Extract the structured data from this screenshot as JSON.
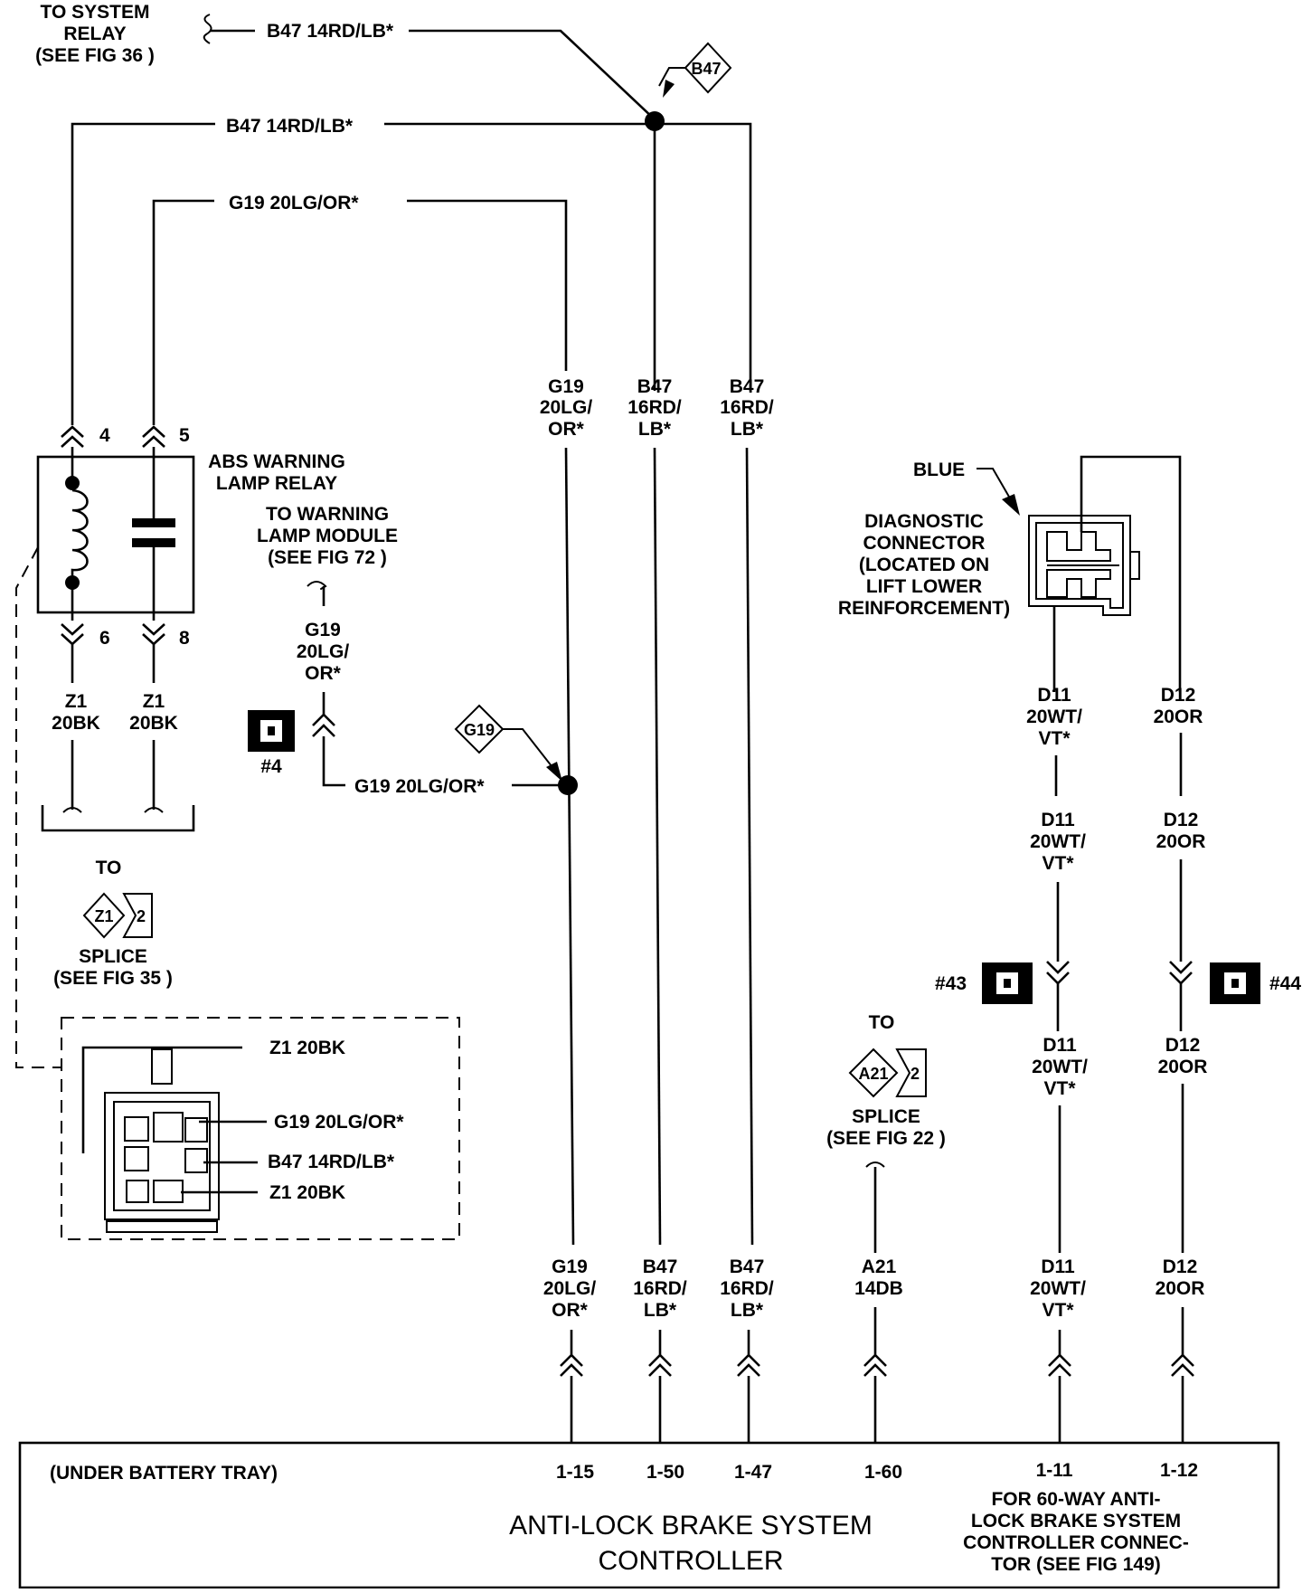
{
  "top": {
    "system_relay": [
      "TO  SYSTEM",
      "RELAY",
      "(SEE FIG 36 )"
    ],
    "wire_top": "B47 14RD/LB*",
    "wire_second": "B47 14RD/LB*",
    "wire_g19_top": "G19 20LG/OR*",
    "b47_splice": "B47"
  },
  "relay": {
    "title": [
      "ABS WARNING",
      "LAMP RELAY"
    ],
    "pin4": "4",
    "pin5": "5",
    "pin6": "6",
    "pin8": "8",
    "z1_left": [
      "Z1",
      "20BK"
    ],
    "z1_right": [
      "Z1",
      "20BK"
    ]
  },
  "warning_module": {
    "label": [
      "TO WARNING",
      "LAMP MODULE",
      "(SEE FIG 72 )"
    ],
    "wire": [
      "G19",
      "20LG/",
      "OR*"
    ],
    "connector": "#4",
    "wire_bottom": "G19 20LG/OR*",
    "splice": "G19"
  },
  "z1_splice": {
    "to": "TO",
    "tag": "Z1",
    "num": "2",
    "label": [
      "SPLICE",
      "(SEE FIG 35 )"
    ]
  },
  "relay_connector": {
    "w1": "Z1 20BK",
    "w2": "G19 20LG/OR*",
    "w3": "B47 14RD/LB*",
    "w4": "Z1 20BK"
  },
  "vertical_labels": {
    "g19": [
      "G19",
      "20LG/",
      "OR*"
    ],
    "b47a": [
      "B47",
      "16RD/",
      "LB*"
    ],
    "b47b": [
      "B47",
      "16RD/",
      "LB*"
    ]
  },
  "diagnostic": {
    "blue": "BLUE",
    "label": [
      "DIAGNOSTIC",
      "CONNECTOR",
      "(LOCATED ON",
      "LIFT LOWER",
      "REINFORCEMENT)"
    ],
    "d11_1": [
      "D11",
      "20WT/",
      "VT*"
    ],
    "d12_1": [
      "D12",
      "20OR"
    ],
    "d11_2": [
      "D11",
      "20WT/",
      "VT*"
    ],
    "d12_2": [
      "D12",
      "20OR"
    ],
    "c43": "#43",
    "c44": "#44",
    "d11_3": [
      "D11",
      "20WT/",
      "VT*"
    ],
    "d12_3": [
      "D12",
      "20OR"
    ]
  },
  "a21_splice": {
    "to": "TO",
    "tag": "A21",
    "num": "2",
    "label": [
      "SPLICE",
      "(SEE FIG 22 )"
    ]
  },
  "bottom_labels": {
    "g19": [
      "G19",
      "20LG/",
      "OR*"
    ],
    "b47a": [
      "B47",
      "16RD/",
      "LB*"
    ],
    "b47b": [
      "B47",
      "16RD/",
      "LB*"
    ],
    "a21": [
      "A21",
      "14DB"
    ],
    "d11": [
      "D11",
      "20WT/",
      "VT*"
    ],
    "d12": [
      "D12",
      "20OR"
    ]
  },
  "controller": {
    "location": "(UNDER BATTERY TRAY)",
    "pins": [
      "1-15",
      "1-50",
      "1-47",
      "1-60",
      "1-11",
      "1-12"
    ],
    "title": [
      "ANTI-LOCK BRAKE SYSTEM",
      "CONTROLLER"
    ],
    "note": [
      "FOR 60-WAY ANTI-",
      "LOCK BRAKE SYSTEM",
      "CONTROLLER CONNEC-",
      "TOR (SEE FIG 149)"
    ]
  }
}
